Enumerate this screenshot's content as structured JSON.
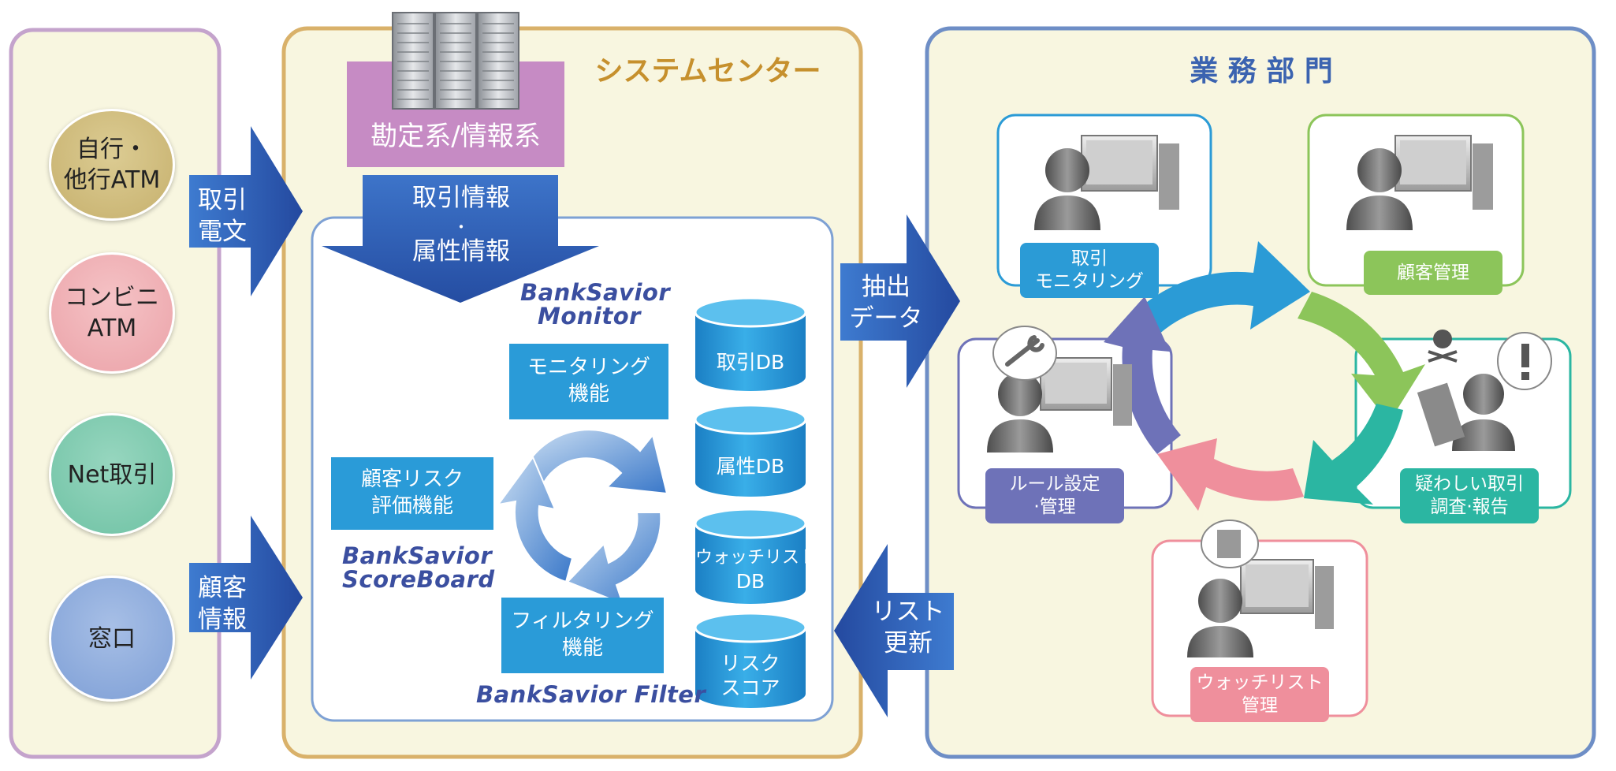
{
  "channels": {
    "atm_own_other": [
      "自行・",
      "他行ATM"
    ],
    "convenience_atm": [
      "コンビニ",
      "ATM"
    ],
    "net": "Net取引",
    "counter": "窓口"
  },
  "left_arrows": {
    "transaction_message": [
      "取引",
      "電文"
    ],
    "customer_info": [
      "顧客",
      "情報"
    ]
  },
  "system_center": {
    "title": "システムセンター",
    "core_system": "勘定系/情報系",
    "input_arrow": [
      "取引情報",
      "・",
      "属性情報"
    ],
    "brand_monitor": [
      "BankSavior",
      "Monitor"
    ],
    "brand_scoreboard": [
      "BankSavior",
      "ScoreBoard"
    ],
    "brand_filter": "BankSavior Filter",
    "functions": {
      "monitoring": [
        "モニタリング",
        "機能"
      ],
      "risk_eval": [
        "顧客リスク",
        "評価機能"
      ],
      "filtering": [
        "フィルタリング",
        "機能"
      ]
    },
    "databases": {
      "transaction_db": [
        "取引DB"
      ],
      "attribute_db": [
        "属性DB"
      ],
      "watchlist_db": [
        "ウォッチリスト",
        "DB"
      ],
      "risk_score": [
        "リスク",
        "スコア"
      ]
    }
  },
  "middle_arrows": {
    "extract": [
      "抽出",
      "データ"
    ],
    "list_update": [
      "リスト",
      "更新"
    ]
  },
  "business": {
    "title": "業 務 部 門",
    "roles": {
      "transaction_monitoring": [
        "取引",
        "モニタリング"
      ],
      "customer_management": [
        "顧客管理"
      ],
      "rule_settings": [
        "ルール設定",
        "·管理"
      ],
      "suspicious_report": [
        "疑わしい取引",
        "調査·報告"
      ],
      "watchlist_management": [
        "ウォッチリスト",
        "管理"
      ]
    }
  },
  "colors": {
    "left_panel_border": "#c4a3cc",
    "center_panel_border": "#d9b16a",
    "right_panel_border": "#6e8ec6",
    "panel_fill": "#f8f6e0",
    "arrow_blue": "#2f5fb4",
    "box_blue": "#2a9bd8",
    "core_system_purple": "#c68bc4",
    "cycle_blue": "#2b9bd6",
    "cycle_green": "#8cc55a",
    "cycle_teal": "#2bb6a2",
    "cycle_pink": "#ef8f9c",
    "cycle_purple": "#6e72b8"
  }
}
